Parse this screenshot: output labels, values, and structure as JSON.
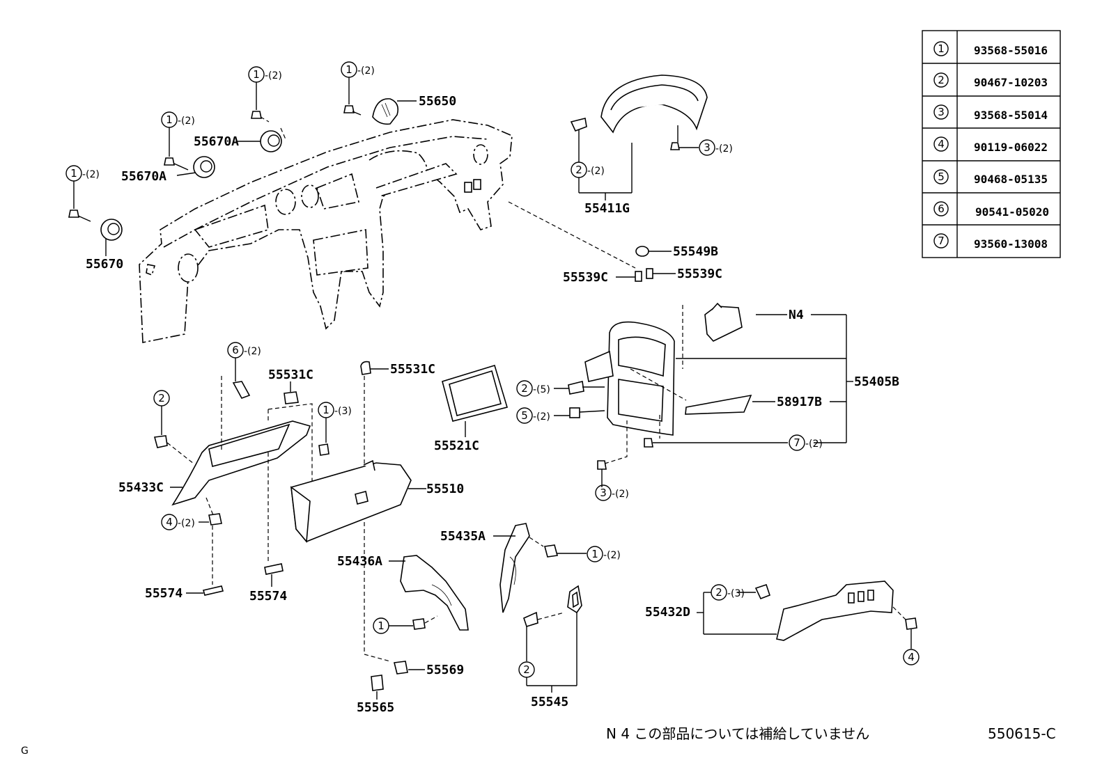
{
  "ref_table": [
    {
      "num": "1",
      "part": "93568-55016"
    },
    {
      "num": "2",
      "part": "90467-10203"
    },
    {
      "num": "3",
      "part": "93568-55014"
    },
    {
      "num": "4",
      "part": "90119-06022"
    },
    {
      "num": "5",
      "part": "90468-05135"
    },
    {
      "num": "6",
      "part": "90541-05020"
    },
    {
      "num": "7",
      "part": "93560-13008"
    }
  ],
  "labels": {
    "p55650": "55650",
    "p55670A_1": "55670A",
    "p55670A_2": "55670A",
    "p55670": "55670",
    "p55411G": "55411G",
    "p55549B": "55549B",
    "p55539C_1": "55539C",
    "p55539C_2": "55539C",
    "pN4": "N4",
    "p55405B": "55405B",
    "p58917B": "58917B",
    "p55531C_1": "55531C",
    "p55531C_2": "55531C",
    "p55521C": "55521C",
    "p55433C": "55433C",
    "p55510": "55510",
    "p55574_1": "55574",
    "p55574_2": "55574",
    "p55435A": "55435A",
    "p55436A": "55436A",
    "p55569": "55569",
    "p55565": "55565",
    "p55545": "55545",
    "p55432D": "55432D"
  },
  "qty": {
    "q2": "-(2)",
    "q3": "-(3)",
    "q5": "-(5)"
  },
  "callouts": {
    "c1": "1",
    "c2": "2",
    "c3": "3",
    "c4": "4",
    "c5": "5",
    "c6": "6",
    "c7": "7"
  },
  "footer": {
    "note": "N 4 この部品については補給していません",
    "diagram_code": "550615-C",
    "corner_mark": "G"
  }
}
